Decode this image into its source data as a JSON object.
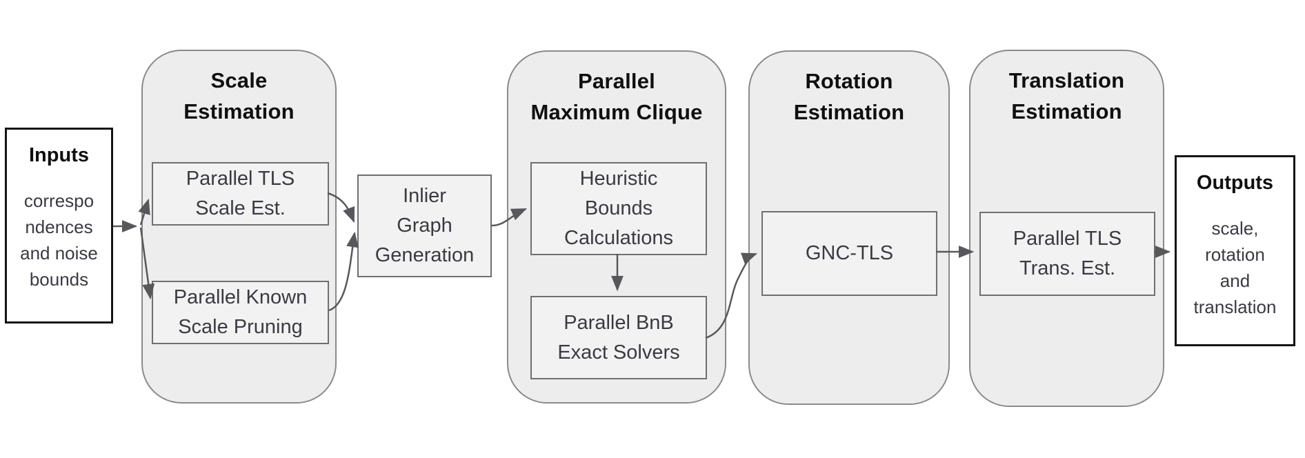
{
  "inputs": {
    "title": "Inputs",
    "body": "correspo\nndences\nand noise\nbounds"
  },
  "outputs": {
    "title": "Outputs",
    "body": "scale,\nrotation\nand\ntranslation"
  },
  "inlier": {
    "label": "Inlier\nGraph\nGeneration"
  },
  "stages": [
    {
      "title": "Scale\nEstimation",
      "boxes": [
        {
          "label": "Parallel TLS\nScale Est."
        },
        {
          "label": "Parallel Known\nScale Pruning"
        }
      ]
    },
    {
      "title": "Parallel\nMaximum Clique",
      "boxes": [
        {
          "label": "Heuristic\nBounds\nCalculations"
        },
        {
          "label": "Parallel BnB\nExact Solvers"
        }
      ]
    },
    {
      "title": "Rotation\nEstimation",
      "boxes": [
        {
          "label": "GNC-TLS"
        }
      ]
    },
    {
      "title": "Translation\nEstimation",
      "boxes": [
        {
          "label": "Parallel TLS\nTrans. Est."
        }
      ]
    }
  ],
  "colors": {
    "container_fill": "#ededed",
    "container_border": "#8a8a8a",
    "node_fill": "#f2f2f2",
    "node_border": "#6f6f6f",
    "io_fill": "#ffffff",
    "io_border": "#141414",
    "arrow": "#58585c",
    "title_text": "#0f0f0f",
    "node_text": "#3a3a42"
  }
}
